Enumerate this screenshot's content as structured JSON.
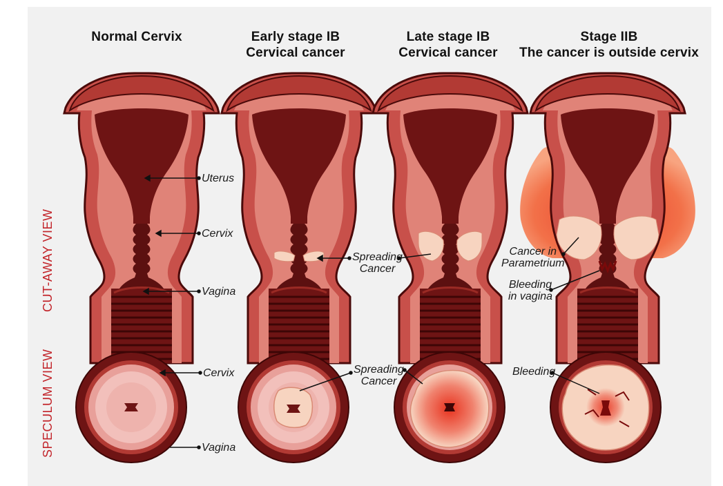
{
  "columns": [
    {
      "title_lines": [
        "Normal Cervix"
      ]
    },
    {
      "title_lines": [
        "Early stage IB",
        "Cervical cancer"
      ]
    },
    {
      "title_lines": [
        "Late stage IB",
        "Cervical cancer"
      ]
    },
    {
      "title_lines": [
        "Stage IIB",
        "The cancer is outside cervix"
      ]
    }
  ],
  "rows": {
    "cutaway": "CUT-AWAY VIEW",
    "speculum": "SPECULUM VIEW"
  },
  "labels": {
    "uterus": "Uterus",
    "cervix_cut": "Cervix",
    "vagina_cut": "Vagina",
    "spreading_cancer_top": [
      "Spreading",
      "Cancer"
    ],
    "cancer_in_parametrium": [
      "Cancer in",
      "Parametrium"
    ],
    "bleeding_in_vagina": [
      "Bleeding",
      "in vagina"
    ],
    "cervix_spec": "Cervix",
    "vagina_spec": "Vagina",
    "spreading_cancer_spec": [
      "Spreading",
      "Cancer"
    ],
    "bleeding_spec": "Bleeding"
  },
  "colors": {
    "panel": "#f1f1f1",
    "tissue": "#c8504a",
    "tissue_light": "#e08378",
    "cavity": "#6e1414",
    "outline": "#4a0a0a",
    "cancer": "#f7d4c0",
    "tumor_red": "#e8321e",
    "row_label": "#c2242a"
  }
}
